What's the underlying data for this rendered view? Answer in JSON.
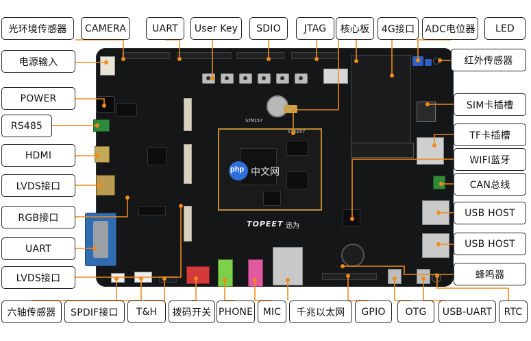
{
  "labels": {
    "light_sensor": "光环境传感器",
    "camera": "CAMERA",
    "uart_top": "UART",
    "user_key": "User Key",
    "sdio": "SDIO",
    "jtag": "JTAG",
    "core_board": "核心板",
    "port_4g": "4G接口",
    "adc_pot": "ADC电位器",
    "led": "LED",
    "power_input": "电源输入",
    "ir_sensor": "红外传感器",
    "power": "POWER",
    "sim_slot": "SIM卡插槽",
    "rs485": "RS485",
    "tf_slot": "TF卡插槽",
    "hdmi": "HDMI",
    "wifi_bt": "WIFI蓝牙",
    "lvds_top": "LVDS接口",
    "can_bus": "CAN总线",
    "rgb_port": "RGB接口",
    "usb_host_1": "USB HOST",
    "uart_left": "UART",
    "usb_host_2": "USB HOST",
    "lvds_bottom": "LVDS接口",
    "buzzer": "蜂鸣器",
    "six_axis": "六轴传感器",
    "spdif": "SPDIF接口",
    "th": "T&H",
    "dip_switch": "拨码开关",
    "phone": "PHONE",
    "mic": "MIC",
    "gigabit_eth": "千兆以太网",
    "gpio": "GPIO",
    "otg": "OTG",
    "usb_uart": "USB-UART",
    "rtc": "RTC"
  },
  "board": {
    "mcu_label": "STM157",
    "core_label": "Stm157",
    "brand": "TOPEET",
    "brand_cn": "迅为"
  },
  "watermark": {
    "php": "php",
    "cn": "中文网"
  },
  "colors": {
    "board": "#151617",
    "core_outline": "#c08a35",
    "phone_jack": "#7ecf4a",
    "mic_jack": "#e05aa0",
    "terminal_green": "#2e8b3a",
    "db9_blue": "#2f6db0"
  }
}
